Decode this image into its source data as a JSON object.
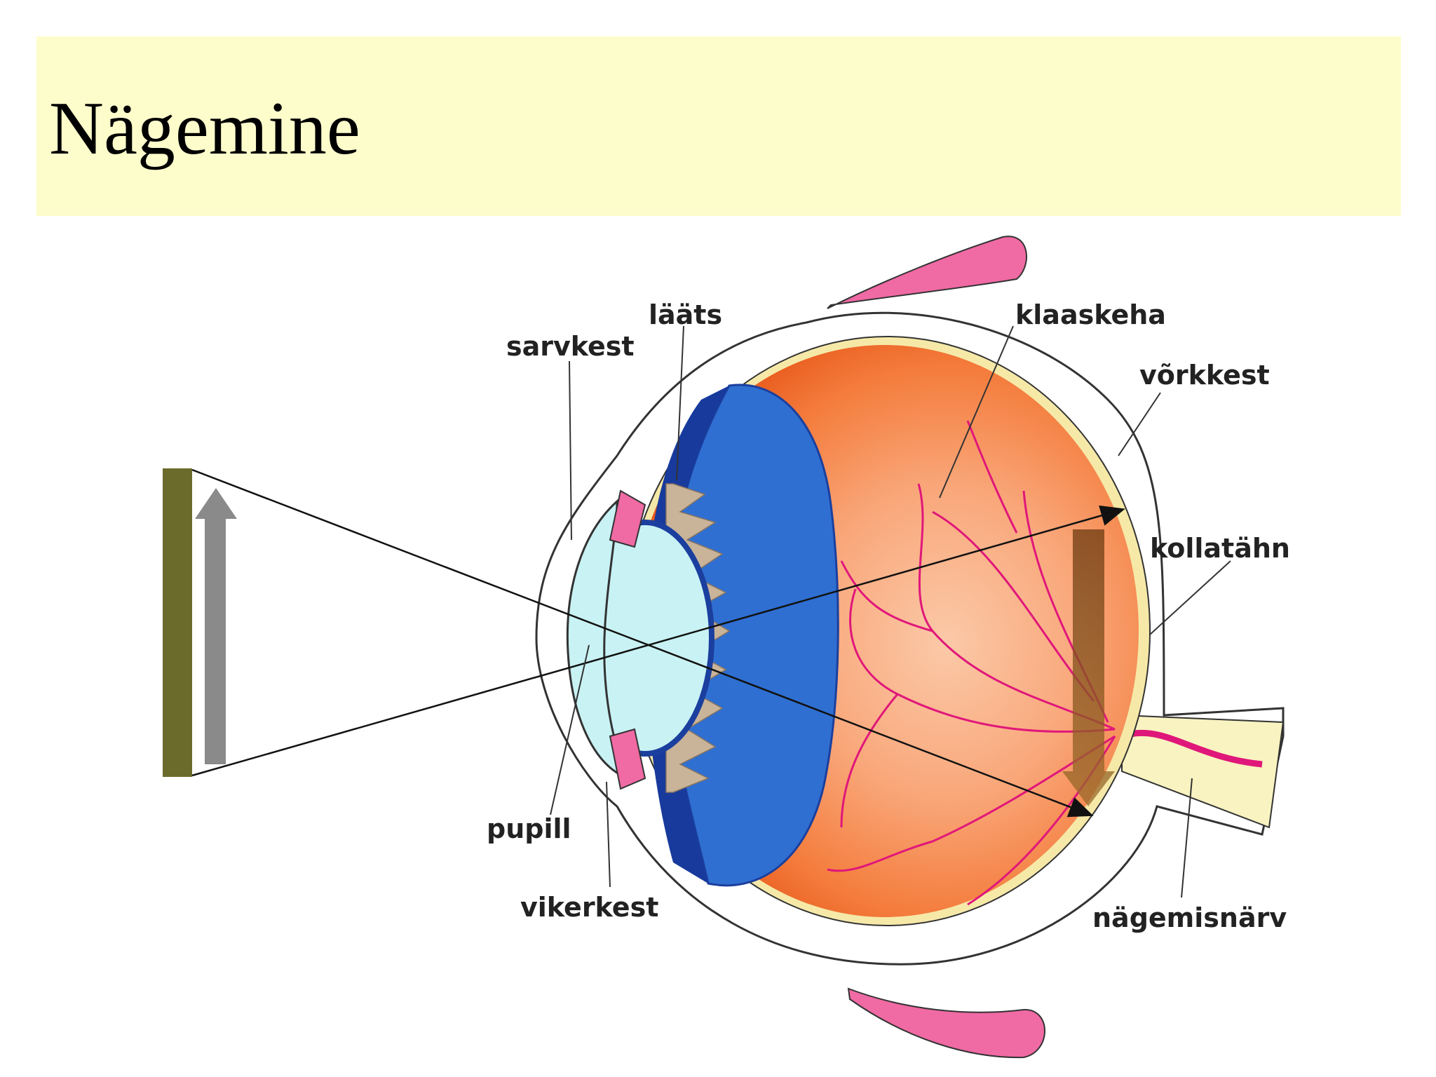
{
  "slide": {
    "title": "Nägemine"
  },
  "diagram": {
    "labels": {
      "lens": "lääts",
      "cornea": "sarvkest",
      "vitreous": "klaaskeha",
      "retina": "võrkkest",
      "macula": "kollatähn",
      "pupil": "pupill",
      "iris": "vikerkest",
      "optic_nerve": "nägemisnärv"
    },
    "colors": {
      "title_band": "#fdfdcc",
      "eyeball": "#f26b24",
      "vitreous_inner": "#f9a77a",
      "ciliary_blue": "#2f6fd1",
      "lens": "#c9f2f4",
      "muscle": "#f06aa4",
      "vessels": "#e0177a",
      "object_bar": "#6b6b2c",
      "object_arrow": "#8a8a8a",
      "image_arrow": "#7a4a1a"
    }
  }
}
